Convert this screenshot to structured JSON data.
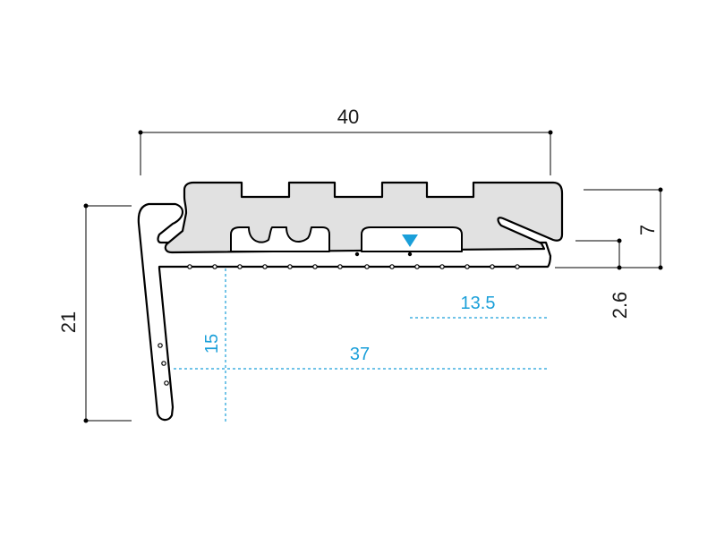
{
  "dimensions": {
    "width_total": "40",
    "height_total": "21",
    "insert_height": "7",
    "lip_height": "2.6",
    "nose_offset": "13.5",
    "depth_inner": "37",
    "riser_depth": "15"
  },
  "colors": {
    "blue_dimension": "#1a9fd9",
    "insert_fill": "#e1e1e1",
    "outline": "#000000"
  },
  "icons": {
    "marker": "down-triangle"
  }
}
